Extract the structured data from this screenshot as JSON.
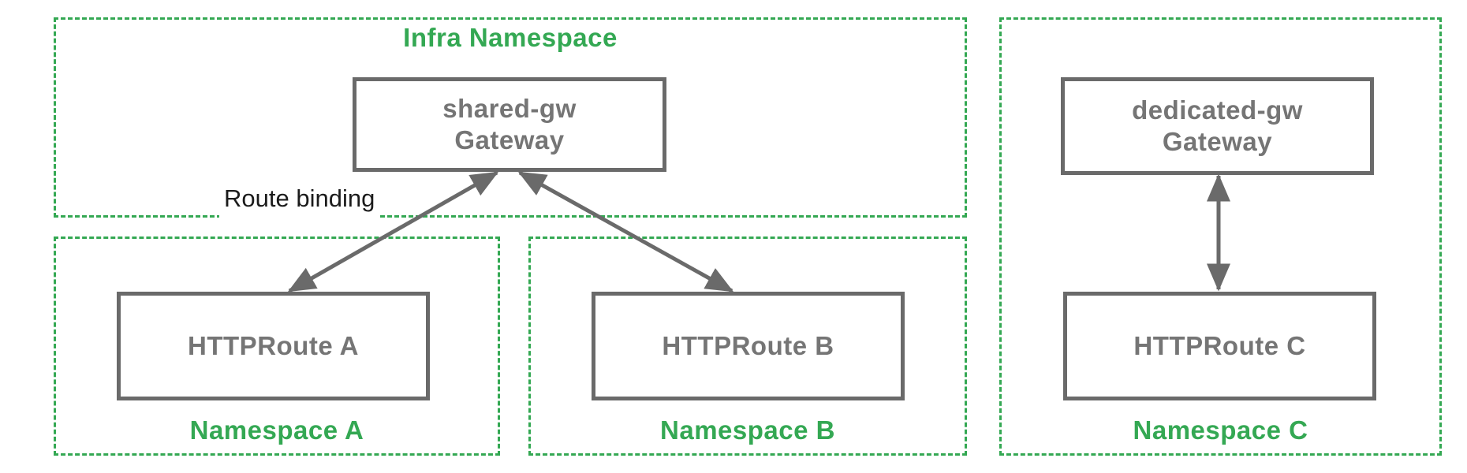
{
  "colors": {
    "green": "#34a853",
    "gray": "#6a6a6a",
    "box_text": "#757575",
    "label_text": "#1b1b1b",
    "bg": "#ffffff"
  },
  "namespaces": {
    "infra": {
      "label": "Infra Namespace"
    },
    "ns_a": {
      "label": "Namespace A"
    },
    "ns_b": {
      "label": "Namespace B"
    },
    "ns_c": {
      "label": "Namespace C"
    }
  },
  "nodes": {
    "shared_gw": {
      "line1": "shared-gw",
      "line2": "Gateway"
    },
    "dedicated_gw": {
      "line1": "dedicated-gw",
      "line2": "Gateway"
    },
    "route_a": {
      "label": "HTTPRoute A"
    },
    "route_b": {
      "label": "HTTPRoute B"
    },
    "route_c": {
      "label": "HTTPRoute C"
    }
  },
  "edge_label": {
    "label": "Route binding"
  },
  "connections": [
    {
      "from": "HTTPRoute A",
      "to": "shared-gw Gateway",
      "bidirectional": true,
      "label": "Route binding"
    },
    {
      "from": "HTTPRoute B",
      "to": "shared-gw Gateway",
      "bidirectional": true,
      "label": ""
    },
    {
      "from": "HTTPRoute C",
      "to": "dedicated-gw Gateway",
      "bidirectional": true,
      "label": ""
    }
  ]
}
